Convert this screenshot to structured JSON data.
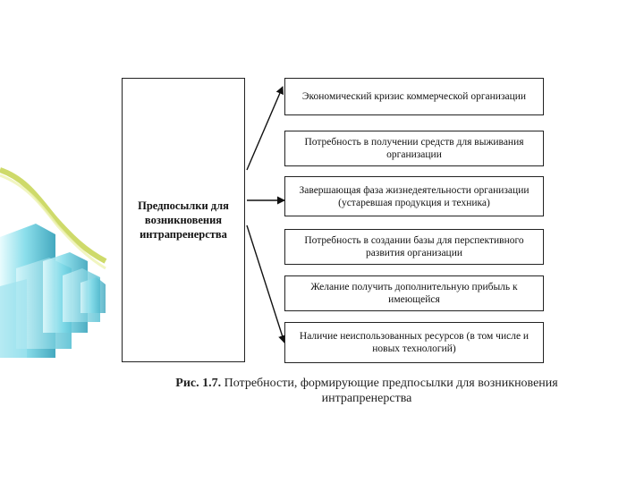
{
  "diagram": {
    "source_label": "Предпосылки для возникновения интрапренерства",
    "reasons": [
      "Экономический кризис коммерческой организации",
      "Потребность в получении средств для выживания организации",
      "Завершающая фаза жизнедеятельности организации (устаревшая продукция и техника)",
      "Потребность в создании базы для перспективного развития организации",
      "Желание получить дополнительную прибыль к имеющейся",
      "Наличие неиспользованных ресурсов (в том числе и новых технологий)"
    ]
  },
  "caption": {
    "number": "Рис. 1.7.",
    "text": "Потребности, формирующие предпосылки для возникновения интрапренерства"
  },
  "colors": {
    "line": "#111111",
    "bar_light": "#bff0f6",
    "bar_mid": "#6fd3e4",
    "bar_dark": "#2fa3bb",
    "ribbon": "#c9d65a"
  }
}
